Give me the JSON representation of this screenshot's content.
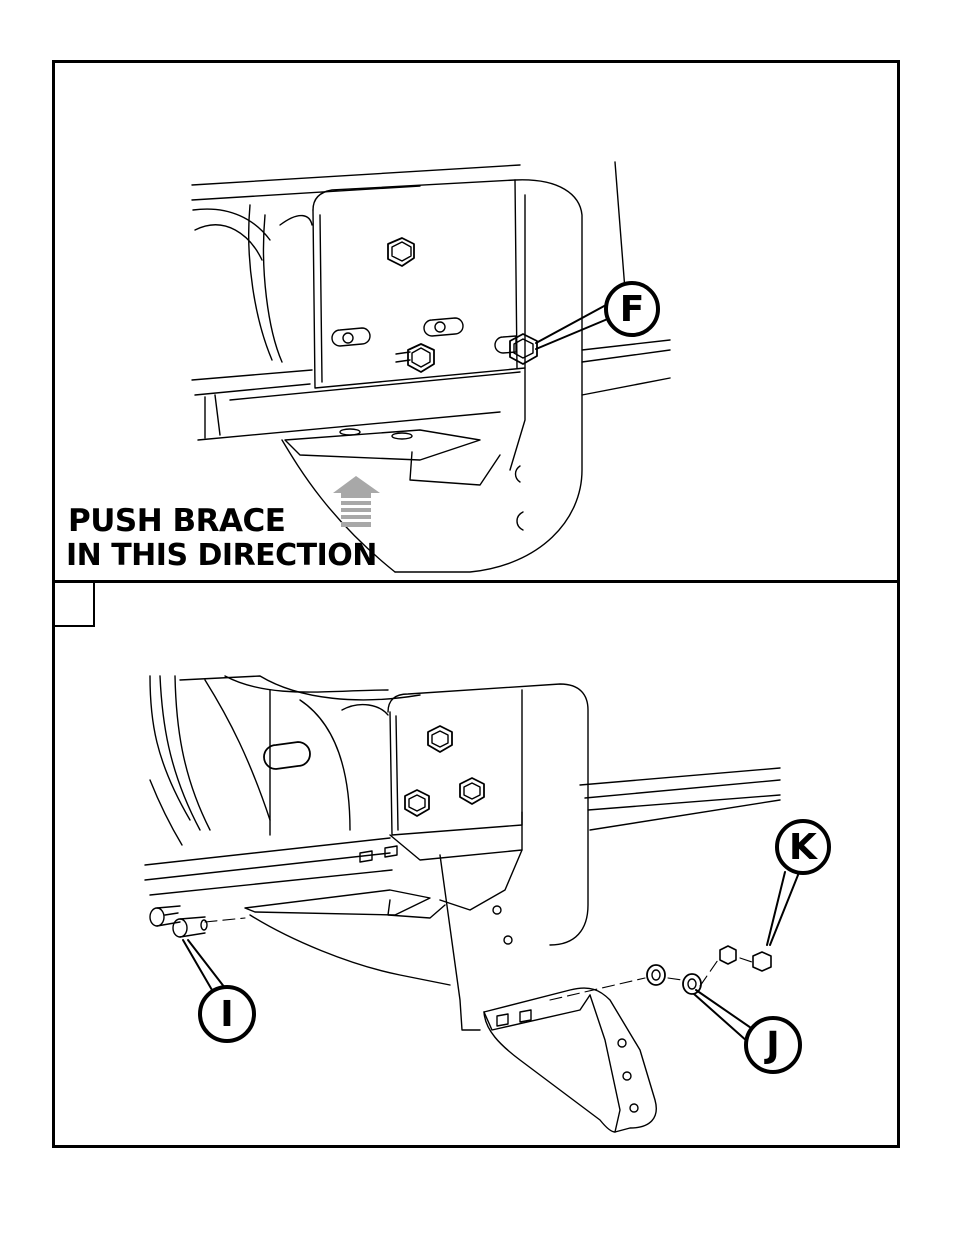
{
  "captions": {
    "line1": "PUSH BRACE",
    "line2": "IN THIS DIRECTION"
  },
  "callouts": {
    "f": "F",
    "k": "K",
    "i": "I",
    "j": "J"
  },
  "colors": {
    "line": "#000000",
    "arrow": "#a8a8a8",
    "background": "#ffffff"
  }
}
